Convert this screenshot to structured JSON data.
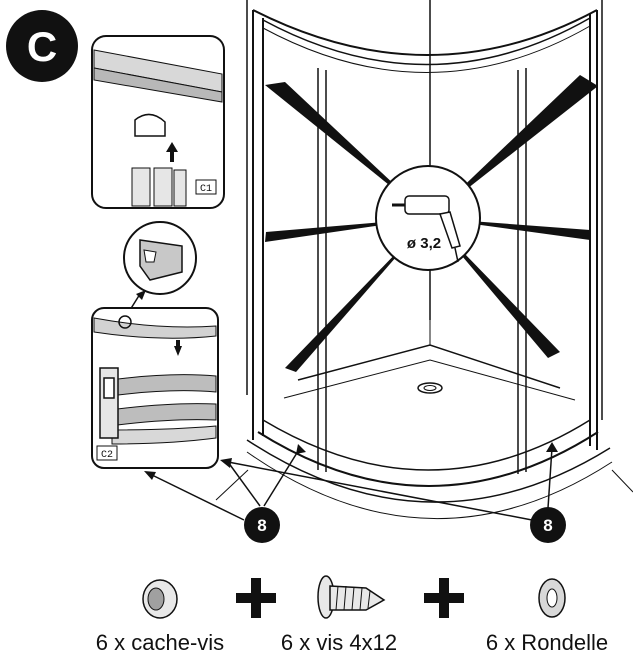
{
  "step_letter": "C",
  "details": {
    "top_tag": "C1",
    "bottom_tag": "C2"
  },
  "drill": {
    "label": "ø 3,2"
  },
  "callouts": [
    "8",
    "8"
  ],
  "parts": [
    {
      "icon": "screw-cap-icon",
      "caption": "6 x cache-vis"
    },
    {
      "icon": "screw-icon",
      "caption": "6 x vis 4x12"
    },
    {
      "icon": "washer-icon",
      "caption": "6 x Rondelle"
    }
  ],
  "plus_signs": 2
}
